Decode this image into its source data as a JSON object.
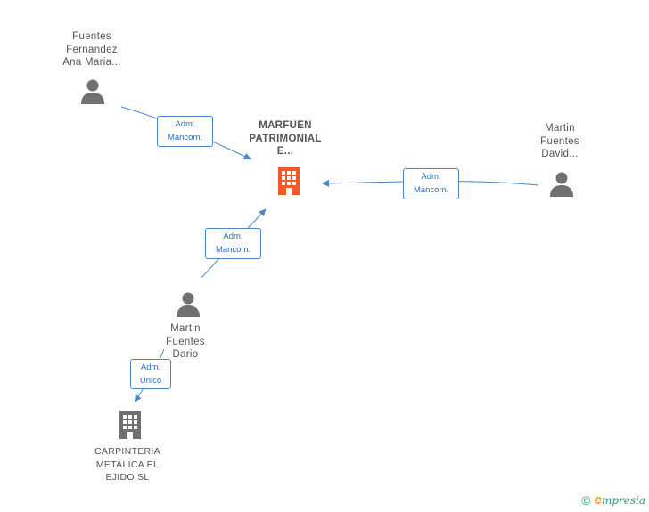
{
  "nodes": {
    "center": {
      "lines": [
        "MARFUEN",
        "PATRIMONIAL",
        "E..."
      ]
    },
    "p1": {
      "lines": [
        "Fuentes",
        "Fernandez",
        "Ana Maria..."
      ]
    },
    "p2": {
      "lines": [
        "Martin",
        "Fuentes",
        "David..."
      ]
    },
    "p3": {
      "lines": [
        "Martin",
        "Fuentes",
        "Dario"
      ]
    },
    "c1": {
      "lines": [
        "CARPINTERIA",
        "METALICA EL",
        "EJIDO SL"
      ]
    }
  },
  "edges": {
    "e1": {
      "lines": [
        "Adm.",
        "Mancom."
      ]
    },
    "e2": {
      "lines": [
        "Adm.",
        "Mancom."
      ]
    },
    "e3": {
      "lines": [
        "Adm.",
        "Mancom."
      ]
    },
    "e4": {
      "lines": [
        "Adm.",
        "Unico"
      ]
    }
  },
  "colors": {
    "edge": "#4a86c8",
    "person_icon": "#707070",
    "company_icon": "#707070",
    "center_icon": "#f05a28"
  },
  "icons": {
    "person": "person-icon",
    "company": "building-icon"
  },
  "footer": {
    "copyright": "©",
    "brand_e": "e",
    "brand_rest": "mpresia"
  }
}
